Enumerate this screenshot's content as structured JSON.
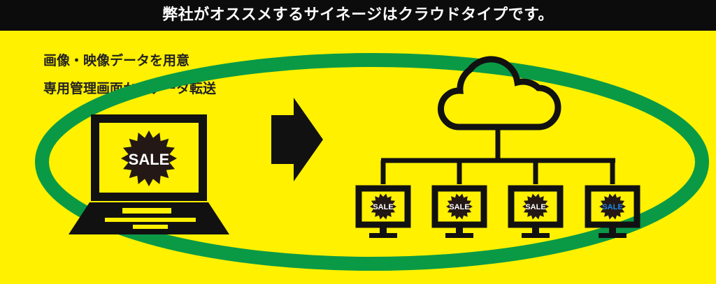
{
  "banner": {
    "title": "弊社がオススメするサイネージはクラウドタイプです。"
  },
  "captions": [
    "画像・映像データを用意",
    "専用管理画面からデータ転送"
  ],
  "sale_label": "SALE",
  "colors": {
    "background": "#fff100",
    "ellipse": "#0a9a46",
    "banner": "#0d0c0c",
    "sale_highlight": "#1e88e5"
  },
  "icons": [
    "laptop-icon",
    "arrow-right-icon",
    "cloud-icon",
    "monitor-icon"
  ]
}
